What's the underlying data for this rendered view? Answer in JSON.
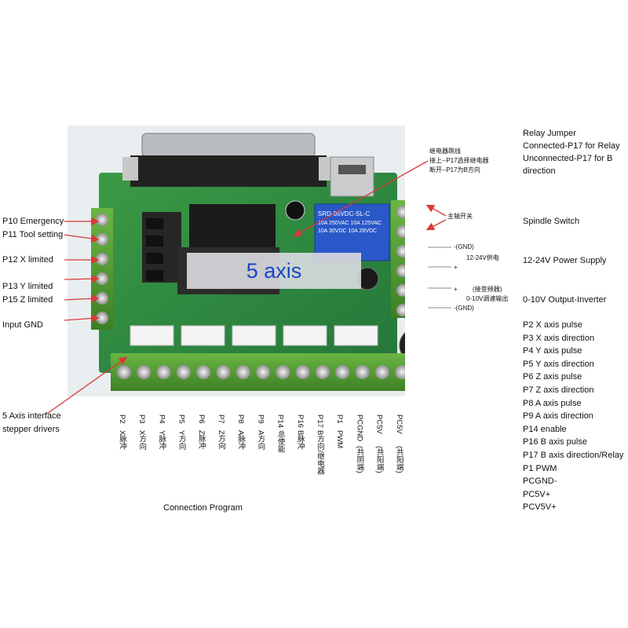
{
  "board": {
    "title": "5 axis",
    "relay_text": [
      "SRD-05VDC-SL-C",
      "10A 250VAC 10A 125VAC",
      "10A 30VDC 10A 28VDC"
    ],
    "chinese_relay_note": [
      "继电器跳线",
      "接上--P17选择继电器",
      "断开--P17为B方向"
    ],
    "chinese_spindle": "主轴开关",
    "chinese_gnd1": "-(GND)",
    "chinese_power": "12-24V供电",
    "chinese_plus1": "+",
    "chinese_plus2": "+",
    "chinese_inverter1": "(接变频器)",
    "chinese_inverter2": "0-10V调速输出",
    "chinese_gnd2": "-(GND)"
  },
  "left_labels": {
    "p10": "P10 Emergency",
    "p11": "P11 Tool setting",
    "p12": "P12 X limited",
    "p13": "P13 Y limited",
    "p15": "P15 Z limited",
    "gnd": "Input GND",
    "interface1": "5 Axis interface",
    "interface2": "stepper drivers"
  },
  "right_labels": {
    "relay1": "Relay Jumper",
    "relay2": "Connected-P17 for Relay",
    "relay3": "Unconnected-P17 for B",
    "relay4": "direction",
    "spindle": "Spindle Switch",
    "power": "12-24V Power Supply",
    "inverter": "0-10V Output-Inverter",
    "pins": [
      "P2 X axis pulse",
      "P3 X axis direction",
      "P4 Y axis pulse",
      "P5 Y axis direction",
      "P6 Z axis pulse",
      "P7 Z axis direction",
      "P8 A axis pulse",
      "P9 A axis direction",
      "P14 enable",
      "P16 B axis pulse",
      "P17 B axis direction/Relay",
      "P1 PWM",
      "PCGND-",
      "PC5V+",
      "PCV5V+"
    ]
  },
  "bottom_pins": [
    {
      "pin": "P2",
      "desc": "X脉冲"
    },
    {
      "pin": "P3",
      "desc": "X方向"
    },
    {
      "pin": "P4",
      "desc": "Y脉冲"
    },
    {
      "pin": "P5",
      "desc": "Y方向"
    },
    {
      "pin": "P6",
      "desc": "Z脉冲"
    },
    {
      "pin": "P7",
      "desc": "Z方向"
    },
    {
      "pin": "P8",
      "desc": "A脉冲"
    },
    {
      "pin": "P9",
      "desc": "A方向"
    },
    {
      "pin": "P14",
      "desc": "总使能"
    },
    {
      "pin": "P16",
      "desc": "B脉冲"
    },
    {
      "pin": "P17",
      "desc": "B方向/继电器"
    },
    {
      "pin": "P1",
      "desc": "PWM"
    },
    {
      "pin": "PCGND",
      "desc": "(共阴端)"
    },
    {
      "pin": "PC5V",
      "desc": "(共阳端)"
    },
    {
      "pin": "PC5V",
      "desc": "(共阳端)"
    }
  ],
  "caption": "Connection Program",
  "colors": {
    "terminal_green": "#4d9a2e",
    "board_green": "#2f8f3a",
    "arrow_red": "#d93a3a",
    "relay_blue": "#2a58c8",
    "title_blue": "#1646c8"
  }
}
